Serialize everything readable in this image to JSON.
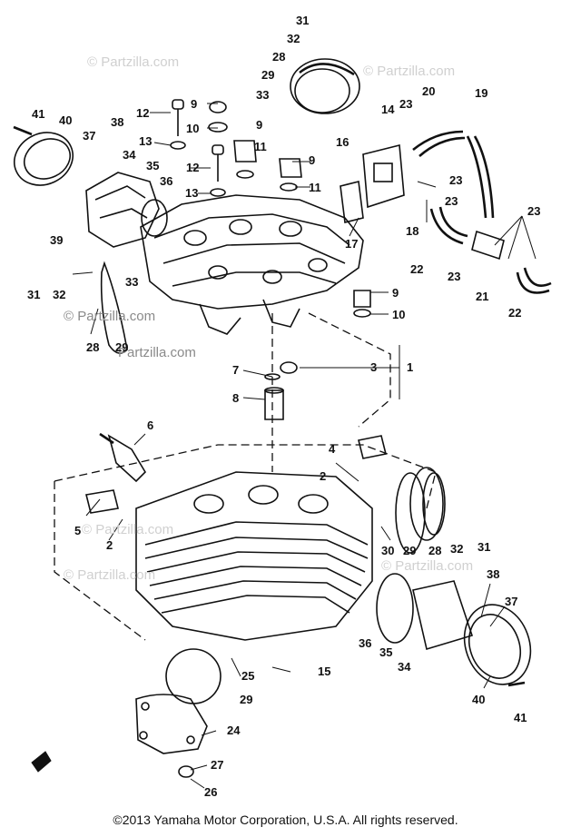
{
  "watermark": "© Partzilla.com",
  "watermark_text_short": "Partzilla.com",
  "copyright": "©2013  Yamaha Motor Corporation, U.S.A. All rights reserved.",
  "callouts": {
    "c1": "1",
    "c2a": "2",
    "c2b": "2",
    "c3": "3",
    "c4": "4",
    "c5": "5",
    "c6": "6",
    "c7": "7",
    "c8": "8",
    "c9a": "9",
    "c9b": "9",
    "c9c": "9",
    "c9d": "9",
    "c10a": "10",
    "c10b": "10",
    "c11a": "11",
    "c11b": "11",
    "c12a": "12",
    "c12b": "12",
    "c13a": "13",
    "c13b": "13",
    "c14": "14",
    "c15": "15",
    "c16": "16",
    "c17": "17",
    "c18": "18",
    "c19": "19",
    "c20": "20",
    "c21": "21",
    "c22a": "22",
    "c22b": "22",
    "c23a": "23",
    "c23b": "23",
    "c23c": "23",
    "c23d": "23",
    "c24": "24",
    "c25": "25",
    "c26": "26",
    "c27": "27",
    "c28a": "28",
    "c28b": "28",
    "c28c": "28",
    "c29a": "29",
    "c29b": "29",
    "c29c": "29",
    "c29d": "29",
    "c30": "30",
    "c31a": "31",
    "c31b": "31",
    "c31c": "31",
    "c32a": "32",
    "c32b": "32",
    "c32c": "32",
    "c33a": "33",
    "c33b": "33",
    "c34a": "34",
    "c34b": "34",
    "c35a": "35",
    "c35b": "35",
    "c36a": "36",
    "c36b": "36",
    "c37a": "37",
    "c37b": "37",
    "c38a": "38",
    "c38b": "38",
    "c39": "39",
    "c40a": "40",
    "c40b": "40",
    "c41a": "41",
    "c41b": "41"
  }
}
